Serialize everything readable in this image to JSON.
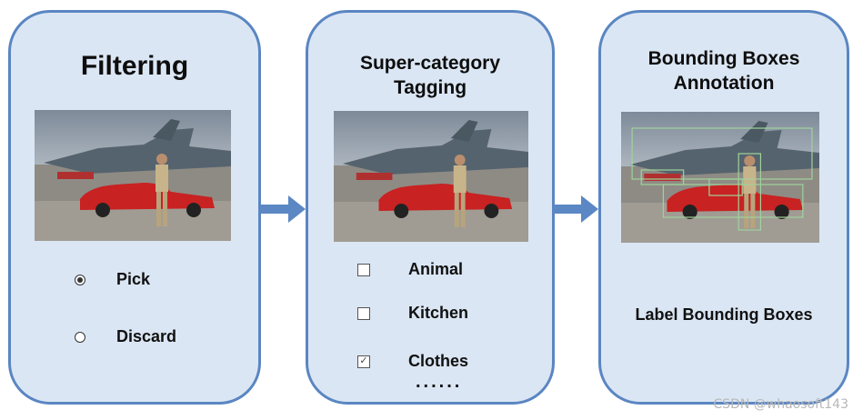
{
  "panels": [
    {
      "title_lines": [
        "Filtering"
      ],
      "options": [
        {
          "label": "Pick",
          "selected": true
        },
        {
          "label": "Discard",
          "selected": false
        }
      ]
    },
    {
      "title_lines": [
        "Super-category",
        "Tagging"
      ],
      "options": [
        {
          "label": "Animal",
          "checked": false
        },
        {
          "label": "Kitchen",
          "checked": false
        },
        {
          "label": "Clothes",
          "checked": true
        }
      ],
      "more": "......"
    },
    {
      "title_lines": [
        "Bounding Boxes",
        "Annotation"
      ],
      "label": "Label Bounding Boxes"
    }
  ],
  "watermark": "CSDN @whaosoft143",
  "colors": {
    "panel_fill": "#dbe6f4",
    "panel_border": "#5a86c2",
    "arrow": "#5b87c4",
    "bbox": "#9fd39a"
  },
  "icons": {
    "radio_selected": "radio-selected-icon",
    "radio_unselected": "radio-unselected-icon",
    "checkbox_checked": "checkbox-checked-icon",
    "checkbox_unchecked": "checkbox-unchecked-icon",
    "arrow": "right-arrow-icon"
  }
}
